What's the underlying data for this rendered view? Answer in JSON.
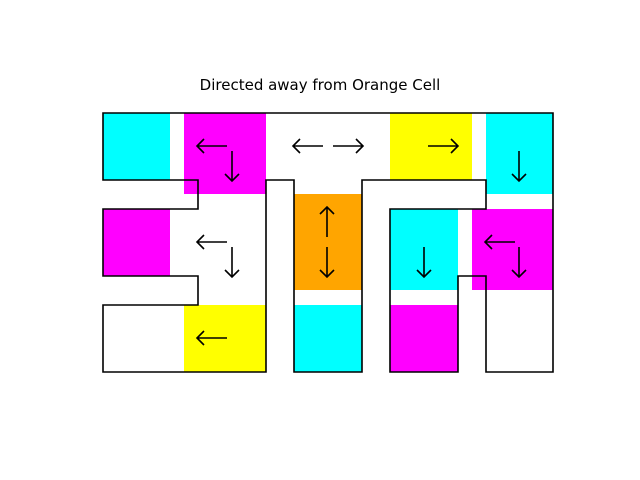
{
  "title": "Directed away from Orange Cell",
  "colors": {
    "cyan": "#00ffff",
    "magenta": "#ff00ff",
    "yellow": "#ffff00",
    "orange": "#ffa500",
    "wall": "#000000",
    "background": "#ffffff"
  },
  "cells": [
    {
      "id": "c-r0-c0",
      "row": 0,
      "col": 0,
      "color": "cyan",
      "arrows": []
    },
    {
      "id": "c-r0-c1",
      "row": 0,
      "col": 1,
      "color": "magenta",
      "arrows": [
        "left",
        "down"
      ]
    },
    {
      "id": "c-r0-c2",
      "row": 0,
      "col": 2,
      "color": "white",
      "arrows": [
        "left",
        "right"
      ]
    },
    {
      "id": "c-r0-c3",
      "row": 0,
      "col": 3,
      "color": "yellow",
      "arrows": [
        "right"
      ]
    },
    {
      "id": "c-r0-c4",
      "row": 0,
      "col": 4,
      "color": "cyan",
      "arrows": [
        "down"
      ]
    },
    {
      "id": "c-r1-c0",
      "row": 1,
      "col": 0,
      "color": "magenta",
      "arrows": []
    },
    {
      "id": "c-r1-c1",
      "row": 1,
      "col": 1,
      "color": "white",
      "arrows": [
        "left",
        "down"
      ]
    },
    {
      "id": "c-r1-c2",
      "row": 1,
      "col": 2,
      "color": "orange",
      "arrows": [
        "up",
        "down"
      ]
    },
    {
      "id": "c-r1-c3",
      "row": 1,
      "col": 3,
      "color": "cyan",
      "arrows": [
        "down"
      ]
    },
    {
      "id": "c-r1-c4",
      "row": 1,
      "col": 4,
      "color": "magenta",
      "arrows": [
        "left",
        "down"
      ]
    },
    {
      "id": "c-r2-c0",
      "row": 2,
      "col": 0,
      "color": "white",
      "arrows": []
    },
    {
      "id": "c-r2-c1",
      "row": 2,
      "col": 1,
      "color": "yellow",
      "arrows": [
        "left"
      ]
    },
    {
      "id": "c-r2-c2",
      "row": 2,
      "col": 2,
      "color": "cyan",
      "arrows": []
    },
    {
      "id": "c-r2-c3",
      "row": 2,
      "col": 3,
      "color": "magenta",
      "arrows": []
    },
    {
      "id": "c-r2-c4",
      "row": 2,
      "col": 4,
      "color": "white",
      "arrows": []
    }
  ]
}
